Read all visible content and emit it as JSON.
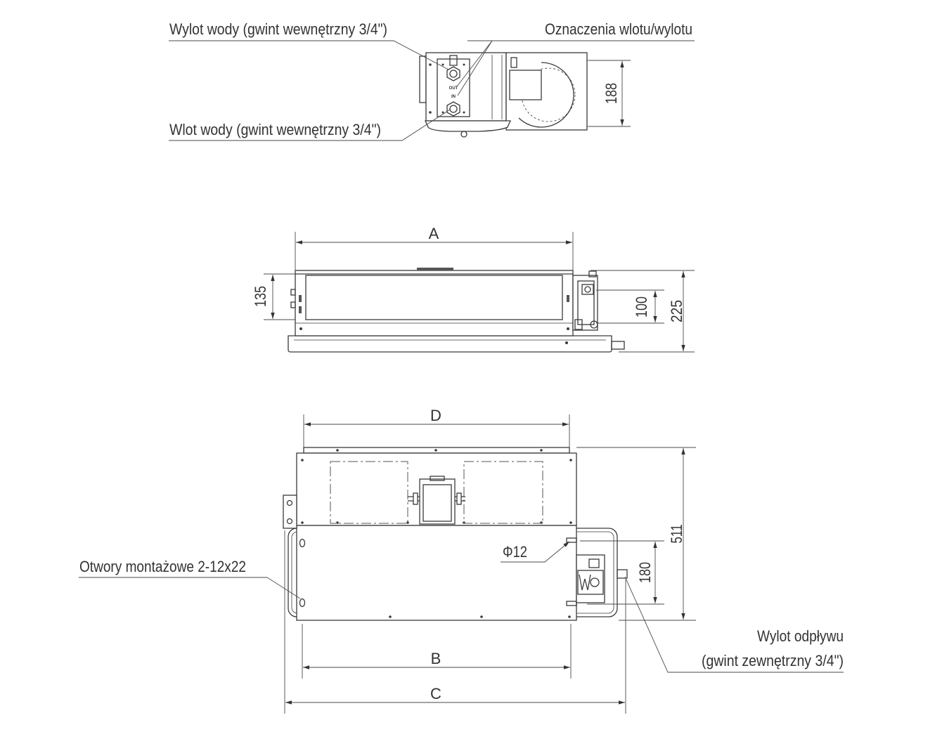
{
  "top_view": {
    "water_outlet_label": "Wylot wody (gwint wewnętrzny 3/4\")",
    "markings_label": "Oznaczenia wlotu/wylotu",
    "water_inlet_label": "Wlot wody (gwint wewnętrzny 3/4\")",
    "out_mark": "OUT",
    "in_mark": "IN",
    "height_dim": "188"
  },
  "front_view": {
    "length_dim": "A",
    "left_height_dim": "135",
    "pipe_spacing_dim": "100",
    "total_height_dim": "225"
  },
  "plan_view": {
    "body_length_dim": "D",
    "depth_dim": "511",
    "diameter_dim": "Φ12",
    "mounting_holes_label": "Otwory montażowe 2-12x22",
    "drain_offset_dim": "180",
    "hole_spacing_dim": "B",
    "overall_length_dim": "C",
    "drain_label_line1": "Wylot odpływu",
    "drain_label_line2": "(gwint zewnętrzny 3/4\")"
  },
  "colors": {
    "line": "#3a3a3a",
    "background": "#ffffff"
  }
}
